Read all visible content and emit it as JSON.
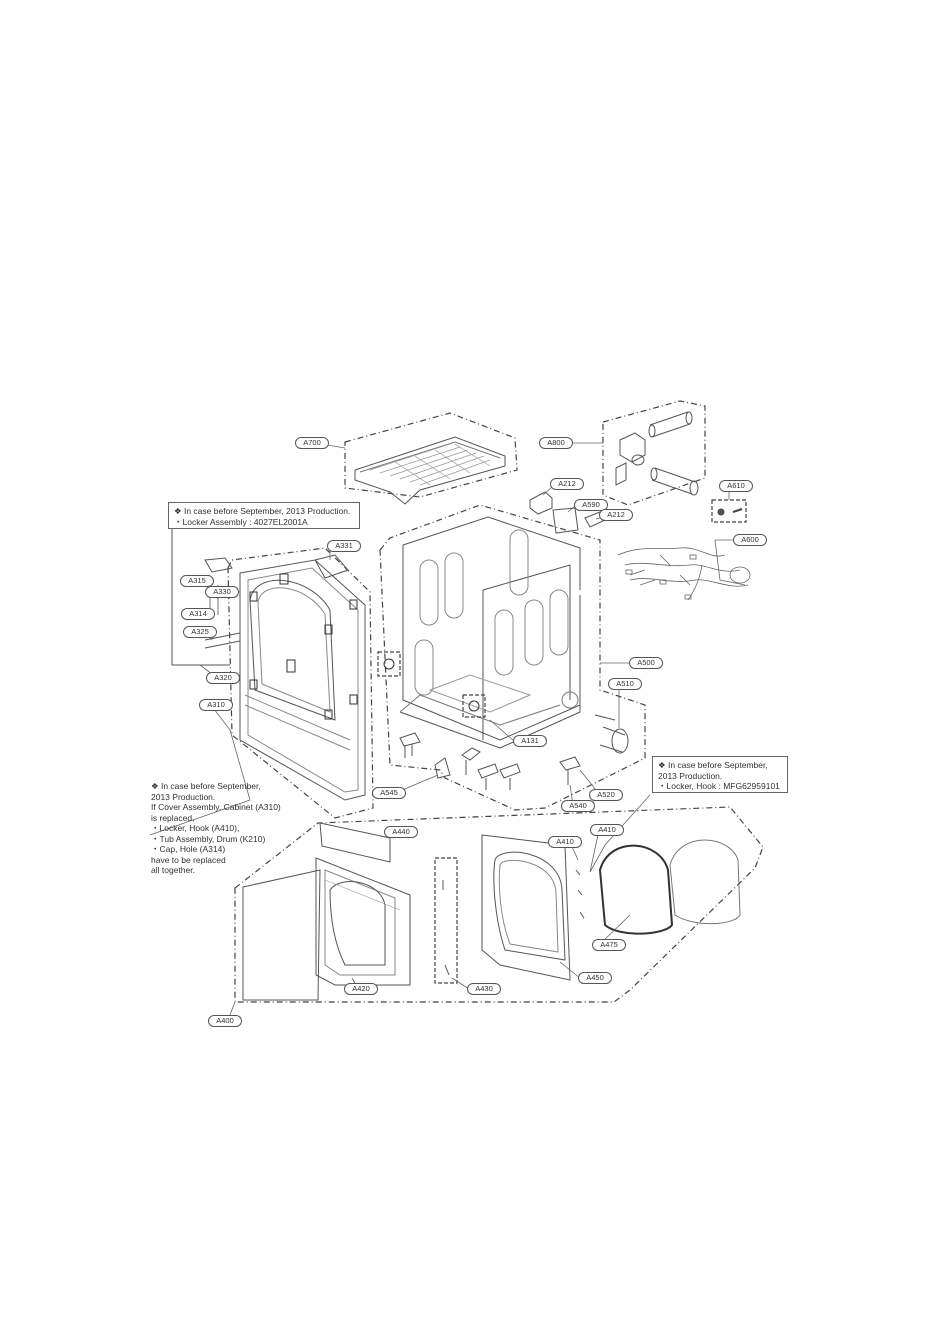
{
  "notes": {
    "locker_assembly": {
      "lines": [
        "❖ In case before September, 2013 Production.",
        "・Locker Assembly : 4027EL2001A"
      ]
    },
    "cover_assembly": {
      "lines": [
        "❖ In case before September,",
        "2013 Production.",
        "If Cover Assembly, Cabinet (A310)",
        "is replaced,",
        "・Locker, Hook (A410),",
        "・Tub Assembly, Drum (K210)",
        "・Cap, Hole (A314)",
        "have to be replaced",
        "all together."
      ]
    },
    "locker_hook": {
      "lines": [
        "❖ In case before September,",
        "2013 Production.",
        "・Locker, Hook : MFG62959101"
      ]
    }
  },
  "callouts": {
    "A700": "A700",
    "A800": "A800",
    "A212a": "A212",
    "A590": "A590",
    "A212b": "A212",
    "A610": "A610",
    "A600": "A600",
    "A331": "A331",
    "A315": "A315",
    "A330": "A330",
    "A314": "A314",
    "A325": "A325",
    "A320": "A320",
    "A310": "A310",
    "A500": "A500",
    "A510": "A510",
    "A131": "A131",
    "A545": "A545",
    "A540": "A540",
    "A520": "A520",
    "A440": "A440",
    "A410a": "A410",
    "A410b": "A410",
    "A420": "A420",
    "A430": "A430",
    "A450": "A450",
    "A475": "A475",
    "A400": "A400"
  }
}
